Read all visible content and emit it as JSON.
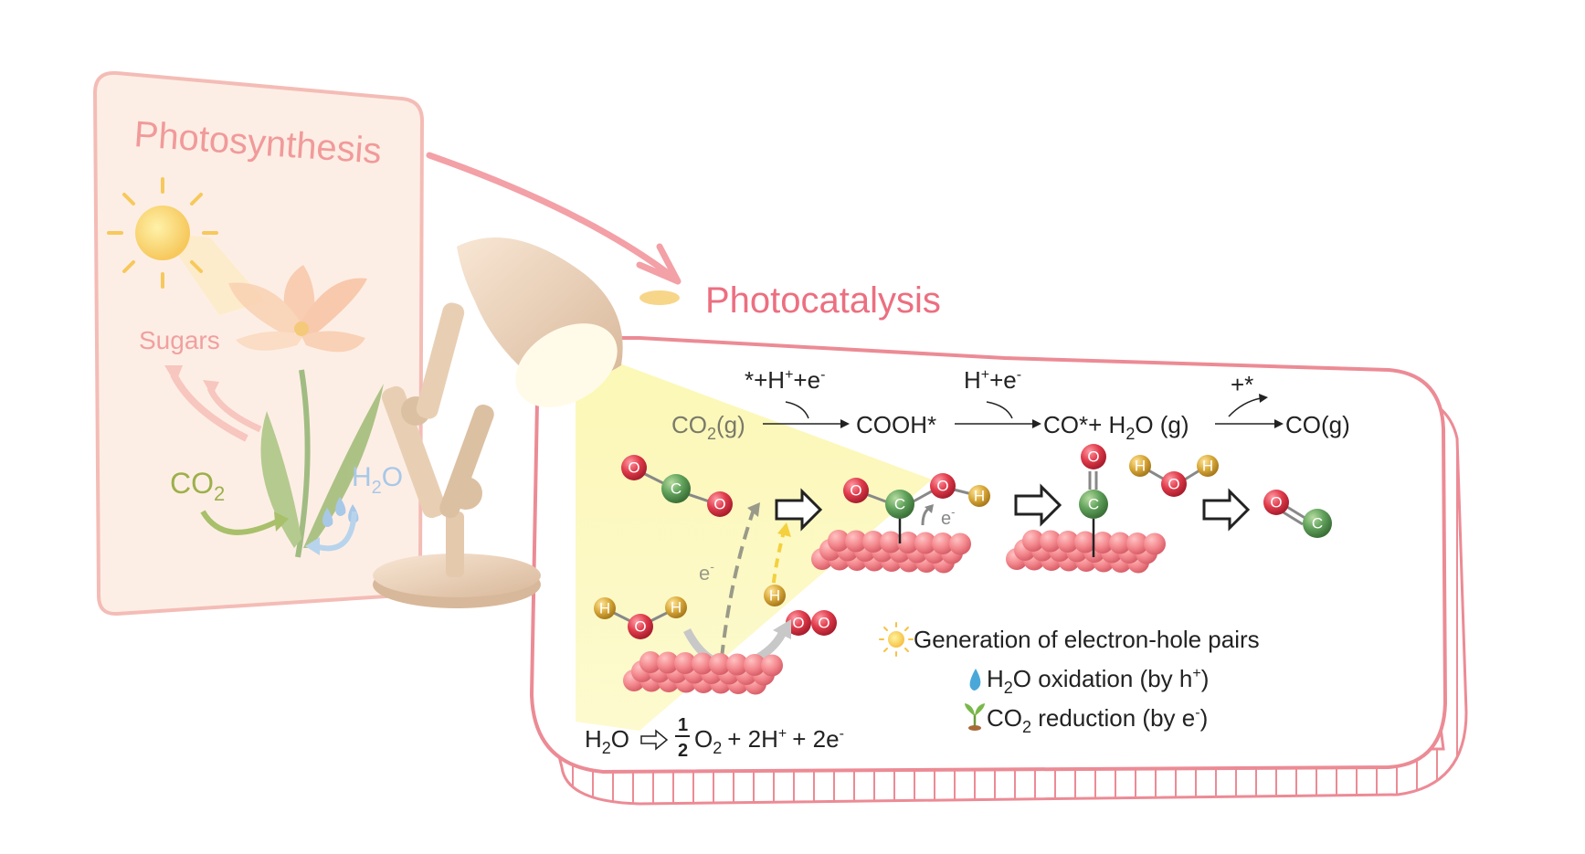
{
  "photosynthesis": {
    "title": "Photosynthesis",
    "sugars": "Sugars",
    "co2": "CO",
    "co2_sub": "2",
    "h2o_h": "H",
    "h2o_sub": "2",
    "h2o_o": "O",
    "icons": [
      "sun-icon",
      "flower-icon",
      "water-drops-icon"
    ]
  },
  "photocatalysis": {
    "title": "Photocatalysis",
    "lamp_icon": "desk-lamp-icon",
    "pathway": {
      "s1_co": "CO",
      "s1_sub": "2",
      "s1_g": "(g)",
      "r1_a": "*+H",
      "r1_plus": "+",
      "r1_b": "+e",
      "r1_minus": "-",
      "s2": "COOH*",
      "r2_a": "H",
      "r2_plus": "+",
      "r2_b": "+e",
      "r2_minus": "-",
      "s3_a": "CO*+ H",
      "s3_sub": "2",
      "s3_b": "O (g)",
      "r3": "+*",
      "s4": "CO(g)"
    },
    "atoms": {
      "O": "O",
      "C": "C",
      "H": "H"
    },
    "electron": "e",
    "electron_sup": "-",
    "water_eq": {
      "a": "H",
      "a_sub": "2",
      "b": "O",
      "half_num": "1",
      "half_den": "2",
      "c": "O",
      "c_sub": "2",
      "d": "+ 2H",
      "d_sup": "+",
      "e": "+ 2e",
      "e_sup": "-"
    },
    "legend": {
      "item1": "Generation of electron-hole pairs",
      "item2_a": "H",
      "item2_sub": "2",
      "item2_b": "O oxidation (by h",
      "item2_sup": "+",
      "item2_c": ")",
      "item3_a": "CO",
      "item3_sub": "2",
      "item3_b": " reduction (by e",
      "item3_sup": "-",
      "item3_c": ")",
      "icons": [
        "sun-icon",
        "water-drop-icon",
        "sprout-icon"
      ]
    }
  },
  "colors": {
    "pink": "#ec8b95",
    "oxygen": "#e03a4a",
    "carbon": "#5fa05a",
    "hydrogen": "#d9a93a",
    "surface": "#f3878d",
    "light": "#fbf6a8"
  }
}
